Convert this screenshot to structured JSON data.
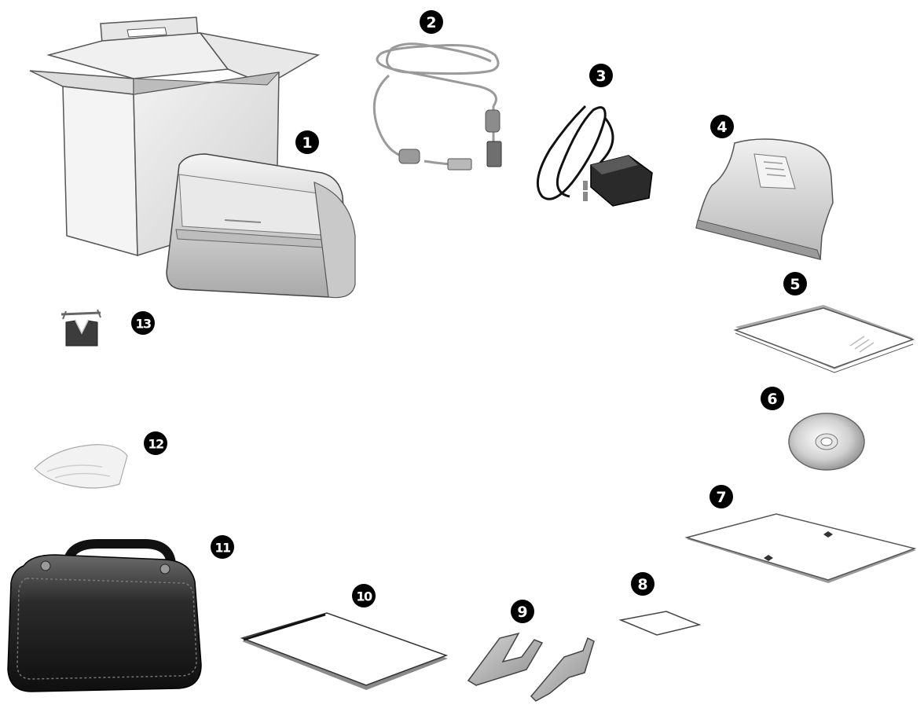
{
  "items": [
    {
      "number": "1",
      "object": "scanner-with-box"
    },
    {
      "number": "2",
      "object": "usb-cable"
    },
    {
      "number": "3",
      "object": "power-adapter"
    },
    {
      "number": "4",
      "object": "paper-tray"
    },
    {
      "number": "5",
      "object": "quick-guide"
    },
    {
      "number": "6",
      "object": "cd-disc"
    },
    {
      "number": "7",
      "object": "calibration-sheet"
    },
    {
      "number": "8",
      "object": "small-card"
    },
    {
      "number": "9",
      "object": "paper-guides"
    },
    {
      "number": "10",
      "object": "carrier-sheet"
    },
    {
      "number": "11",
      "object": "carrying-bag"
    },
    {
      "number": "12",
      "object": "cleaning-cloth"
    },
    {
      "number": "13",
      "object": "clip"
    }
  ],
  "colors": {
    "badge": "#000000",
    "badge_text": "#ffffff",
    "outline": "#333333",
    "light_gray": "#d9d9d9",
    "mid_gray": "#a6a6a6",
    "dark_gray": "#555555",
    "bag_dark": "#1a1a1a"
  }
}
